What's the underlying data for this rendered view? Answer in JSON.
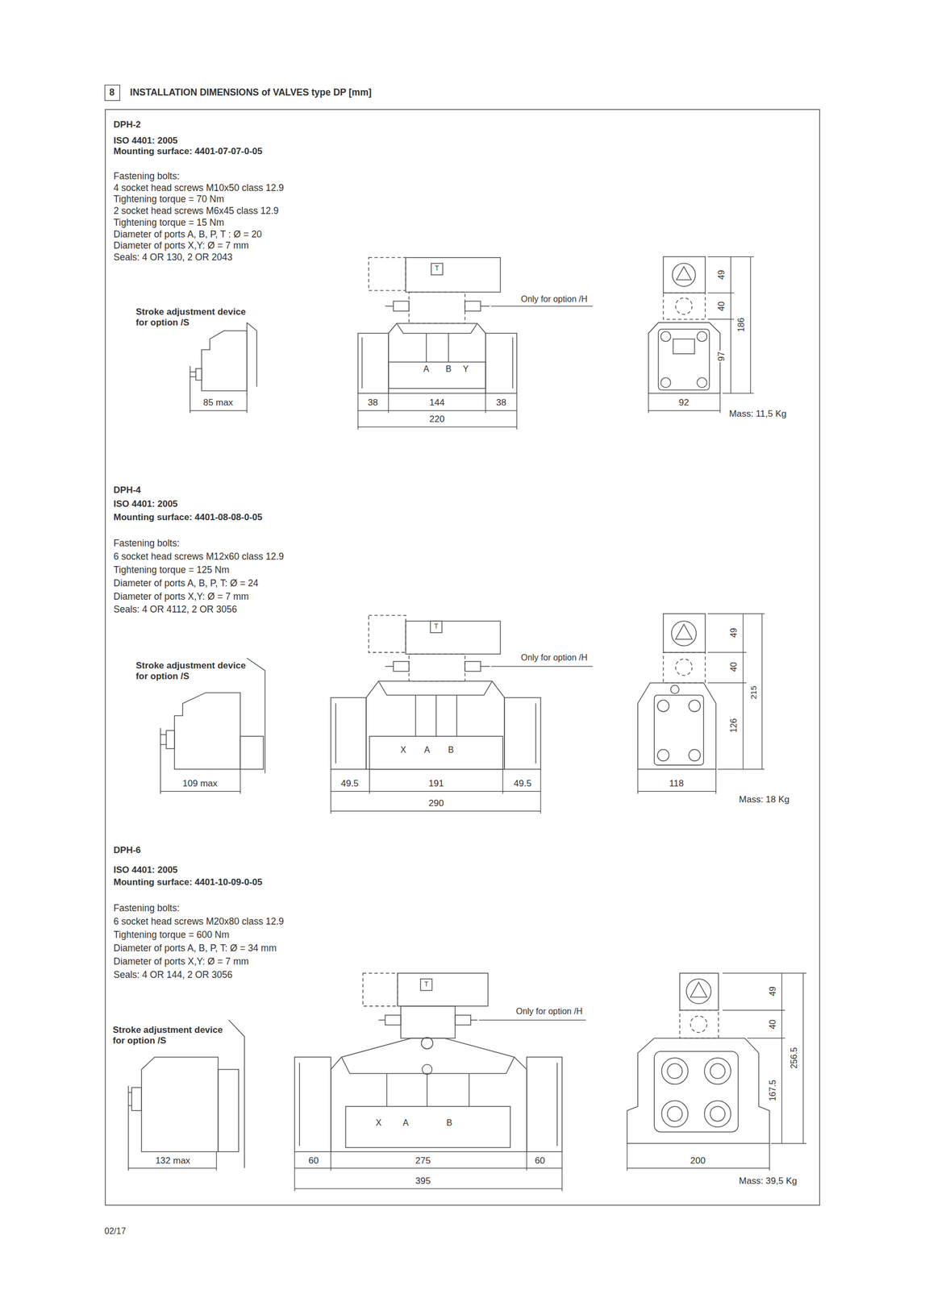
{
  "diagram": {
    "title": "INSTALLATION DIMENSIONS of VALVES type DP [mm]",
    "nodes": [
      {
        "text": [
          "8"
        ]
      }
    ],
    "labels": [
      "DPH-2",
      "ISO 4401: 2005",
      "Mounting surface: 4401-07-07-0-05",
      "Fastening bolts:",
      "4 socket head screws M10x50 class 12.9",
      "Tightening torque = 70 Nm",
      "2 socket head screws M6x45 class 12.9",
      "Tightening torque = 15 Nm",
      "Diameter of ports A, B, P, T : Ø = 20",
      "Diameter of ports X,Y: Ø = 7 mm",
      "Seals: 4 OR 130, 2 OR 2043",
      "Stroke adjustment device for option /S",
      "85 max",
      "T",
      "Only for option /H",
      "A",
      "B",
      "Y",
      "38",
      "144",
      "38",
      "220",
      "49",
      "40",
      "97",
      "186",
      "92",
      "Mass: 11,5 Kg",
      "DPH-4",
      "ISO 4401: 2005",
      "Mounting surface: 4401-08-08-0-05",
      "Fastening bolts:",
      "6 socket head screws M12x60 class 12.9",
      "Tightening torque = 125 Nm",
      "Diameter of ports A, B, P, T: Ø = 24",
      "Diameter of ports X,Y: Ø = 7 mm",
      "Seals: 4 OR 4112, 2 OR 3056",
      "Stroke adjustment device for option /S",
      "109 max",
      "T",
      "Only for option /H",
      "X",
      "A",
      "B",
      "49.5",
      "191",
      "49.5",
      "290",
      "49",
      "40",
      "126",
      "215",
      "118",
      "Mass: 18 Kg",
      "DPH-6",
      "ISO 4401: 2005",
      "Mounting surface: 4401-10-09-0-05",
      "Fastening bolts:",
      "6 socket head screws M20x80 class 12.9",
      "Tightening torque = 600 Nm",
      "Diameter of ports A, B, P, T: Ø = 34 mm",
      "Diameter of ports X,Y: Ø = 7 mm",
      "Seals: 4 OR 144, 2 OR 3056",
      "Stroke adjustment device for option /S",
      "132 max",
      "T",
      "Only for option /H",
      "X",
      "A",
      "B",
      "60",
      "275",
      "60",
      "395",
      "49",
      "40",
      "167.5",
      "256.5",
      "200",
      "Mass: 39,5 Kg",
      "02/17"
    ]
  }
}
